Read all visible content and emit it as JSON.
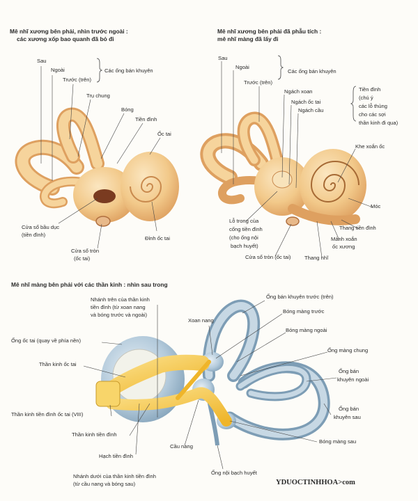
{
  "panel1": {
    "title_l1": "Mê nhĩ xương bên phải, nhìn trước ngoài :",
    "title_l2": "các xương xốp bao quanh đã bỏ đi",
    "labels": {
      "sau": "Sau",
      "ngoai": "Ngoài",
      "truoc": "Trước (trên)",
      "ong_ban_khuyen": "Các ống bán khuyên",
      "tru_chung": "Trụ chung",
      "bong": "Bóng",
      "tien_dinh": "Tiền đình",
      "oc_tai": "Ốc tai",
      "cua_so_bau_duc_l1": "Cửa sổ bầu dục",
      "cua_so_bau_duc_l2": "(tiền đình)",
      "cua_so_tron_l1": "Cửa sổ tròn",
      "cua_so_tron_l2": "(ốc tai)",
      "dinh_oc_tai": "Đỉnh ốc tai"
    }
  },
  "panel2": {
    "title_l1": "Mê nhĩ xương bên phải đã phẫu tích :",
    "title_l2": "mê nhĩ màng đã lấy đi",
    "labels": {
      "sau": "Sau",
      "ngoai": "Ngoài",
      "truoc": "Trước (trên)",
      "ong_ban_khuyen": "Các ống bán khuyên",
      "ngach_xoan": "Ngách xoan",
      "ngach_oc_tai": "Ngách ốc tai",
      "ngach_cau": "Ngách cầu",
      "tien_dinh_l1": "Tiền đình",
      "tien_dinh_l2": "(chú ý",
      "tien_dinh_l3": "các lỗ thủng",
      "tien_dinh_l4": "cho các sợi",
      "tien_dinh_l5": "thần kinh đi qua)",
      "khe_xoan_oc": "Khe xoắn ốc",
      "moc": "Móc",
      "thang_tien_dinh": "Thang tiền đình",
      "manh_xoan_l1": "Mảnh xoắn",
      "manh_xoan_l2": "ốc xương",
      "thang_nhi": "Thang nhĩ",
      "lo_trong_l1": "Lỗ trong của",
      "lo_trong_l2": "cống tiền đình",
      "lo_trong_l3": "(cho ống nội",
      "lo_trong_l4": "bạch huyết)",
      "cua_so_tron": "Cửa sổ tròn (ốc tai)"
    }
  },
  "panel3": {
    "title": "Mê nhĩ màng bên phải với các thần kinh : nhìn sau trong",
    "labels": {
      "nhanh_tren_l1": "Nhánh trên của thần kinh",
      "nhanh_tren_l2": "tiền đình (từ xoan nang",
      "nhanh_tren_l3": "và bóng trước và ngoài)",
      "xoan_nang": "Xoan nang",
      "ong_ban_khuyen_truoc": "Ống bán khuyên trước (trên)",
      "bong_mang_truoc": "Bóng màng trước",
      "bong_mang_ngoai": "Bóng màng ngoài",
      "ong_mang_chung": "Ống màng chung",
      "ong_ban_khuyen_ngoai_l1": "Ống bán",
      "ong_ban_khuyen_ngoai_l2": "khuyên ngoài",
      "ong_ban_khuyen_sau_l1": "Ống bán",
      "ong_ban_khuyen_sau_l2": "khuyên sau",
      "bong_mang_sau": "Bóng màng sau",
      "ong_oc_tai": "Ống ốc tai (quay về phía nền)",
      "than_kinh_oc_tai": "Thần kinh ốc tai",
      "than_kinh_tien_dinh_oc_tai": "Thần kinh tiền đình ốc tai (VIII)",
      "than_kinh_tien_dinh": "Thần kinh tiền đình",
      "hach_tien_dinh": "Hạch tiền đình",
      "cau_nang": "Cầu nang",
      "ong_noi_bach_huyet": "Ống nội bạch huyết",
      "nhanh_duoi_l1": "Nhánh dưới của thần kinh tiền đình",
      "nhanh_duoi_l2": "(từ cầu nang và bóng sau)"
    }
  },
  "watermark": "YDUOCTINHHOA>com",
  "colors": {
    "bone": "#f2cc8e",
    "bone_dark": "#d99a52",
    "membrane": "#a9c3d6",
    "membrane_dark": "#6e8fa8",
    "nerve": "#f3c13a",
    "leader": "#444444"
  }
}
